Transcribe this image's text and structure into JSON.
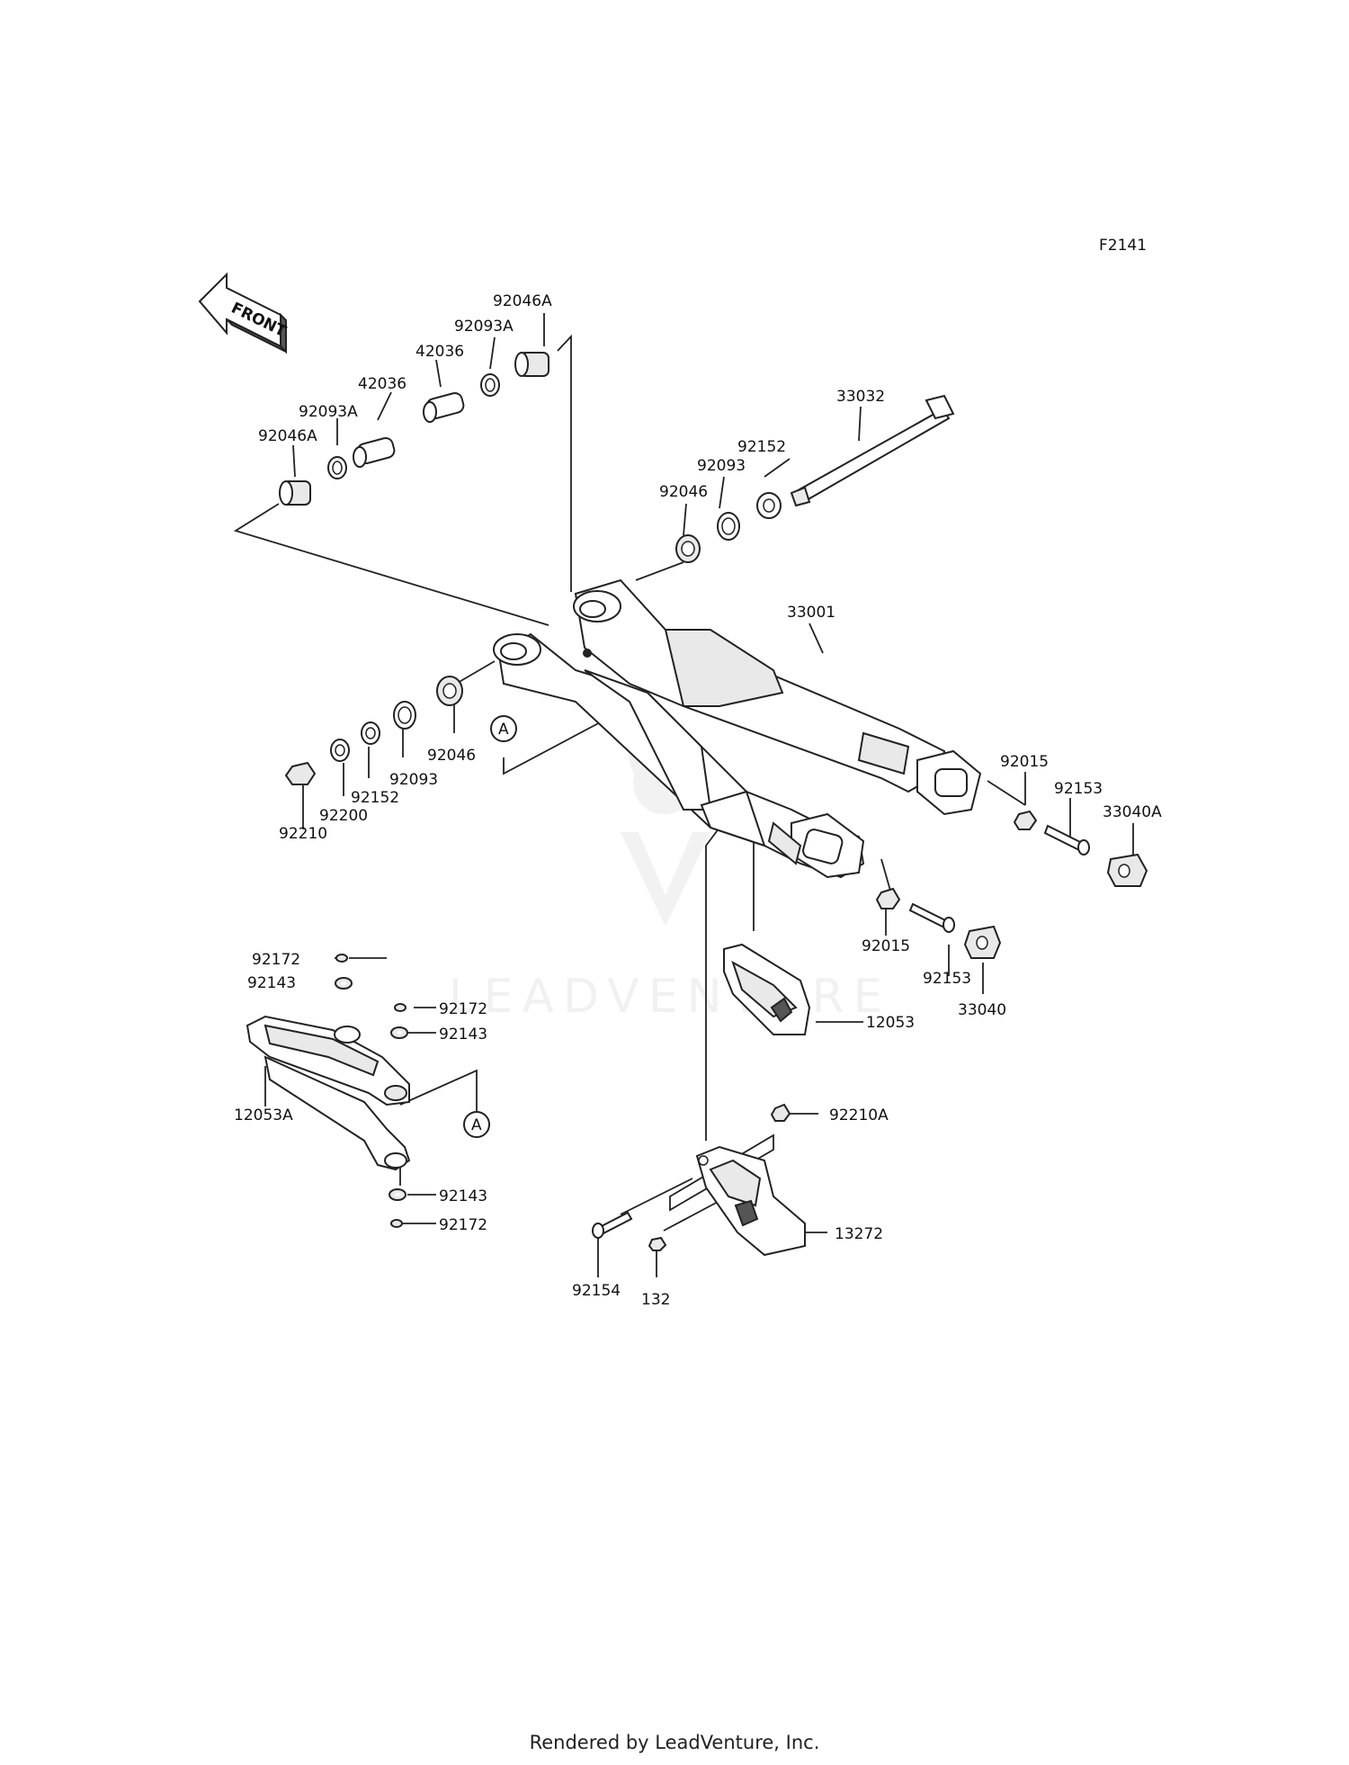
{
  "figure_id": "F2141",
  "front_label": "FRONT",
  "ref_marker": "A",
  "watermark": "LEADVENTURE",
  "footer": "Rendered by LeadVenture, Inc.",
  "labels": {
    "bearing_top_r": "92046A",
    "seal_top_r": "92093A",
    "sleeve_top_r": "42036",
    "sleeve_top_l": "42036",
    "seal_top_l": "92093A",
    "bearing_top_l": "92046A",
    "pivot_shaft": "33032",
    "washer_r": "92152",
    "seal_r": "92093",
    "cap_r": "92046",
    "swingarm": "33001",
    "cap_l": "92046",
    "seal_l": "92093",
    "washer_l": "92152",
    "collar_l": "92200",
    "nut_l": "92210",
    "nut_adj_r": "92015",
    "bolt_adj_r": "92153",
    "block_r": "33040A",
    "nut_adj_l": "92015",
    "bolt_adj_l": "92153",
    "block_l": "33040",
    "chain_guide": "12053",
    "screw_a1": "92172",
    "washer_a1": "92143",
    "screw_a2": "92172",
    "washer_a2": "92143",
    "slider": "12053A",
    "washer_a3": "92143",
    "screw_a3": "92172",
    "nut_guard": "92210A",
    "guard": "13272",
    "bolt_guard": "92154",
    "screw_guard": "132"
  }
}
